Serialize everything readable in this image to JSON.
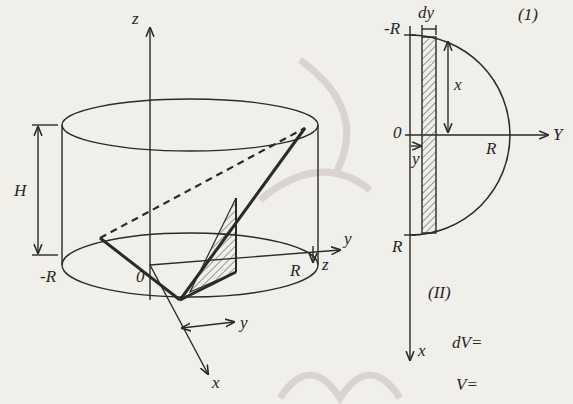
{
  "diagram": {
    "labels": [
      "z",
      "H",
      "-R",
      "0",
      "R",
      "z",
      "y",
      "y",
      "x",
      "(1)",
      "-R",
      "dy",
      "x",
      "0",
      "y",
      "R",
      "Y",
      "R",
      "x",
      "(II)",
      "dV=",
      "V="
    ]
  }
}
